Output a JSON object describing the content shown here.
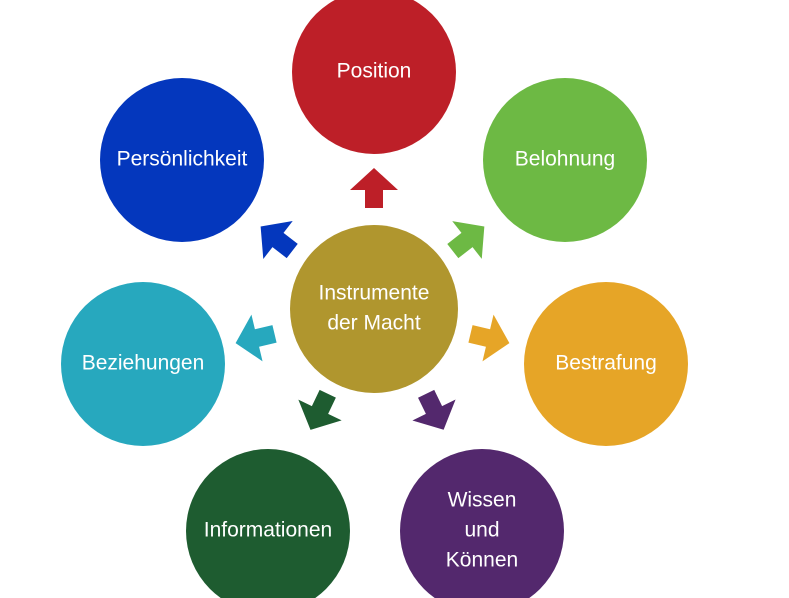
{
  "center": {
    "lines": [
      "Instrumente",
      "der Macht"
    ],
    "color": "#B0962E"
  },
  "nodes": [
    {
      "id": "position",
      "lines": [
        "Position"
      ],
      "color": "#BD1F28"
    },
    {
      "id": "belohnung",
      "lines": [
        "Belohnung"
      ],
      "color": "#6DB944"
    },
    {
      "id": "bestrafung",
      "lines": [
        "Bestrafung"
      ],
      "color": "#E6A527"
    },
    {
      "id": "wissen-koennen",
      "lines": [
        "Wissen",
        "und",
        "Können"
      ],
      "color": "#53286D"
    },
    {
      "id": "informationen",
      "lines": [
        "Informationen"
      ],
      "color": "#1E5C30"
    },
    {
      "id": "beziehungen",
      "lines": [
        "Beziehungen"
      ],
      "color": "#27A8BE"
    },
    {
      "id": "persoenlichkeit",
      "lines": [
        "Persönlichkeit"
      ],
      "color": "#0437BD"
    }
  ]
}
